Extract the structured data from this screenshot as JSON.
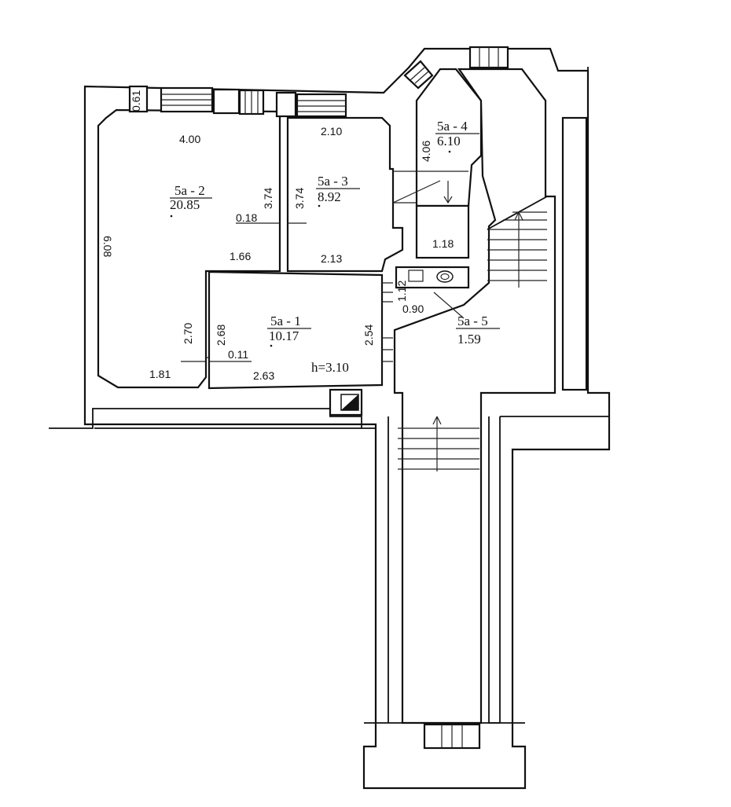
{
  "rooms": [
    {
      "id": "5a-1",
      "name": "5a - 1",
      "area": "10.17"
    },
    {
      "id": "5a-2",
      "name": "5a - 2",
      "area": "20.85"
    },
    {
      "id": "5a-3",
      "name": "5a - 3",
      "area": "8.92"
    },
    {
      "id": "5a-4",
      "name": "5a - 4",
      "area": "6.10"
    },
    {
      "id": "5a-5",
      "name": "5a - 5",
      "area": "1.59"
    }
  ],
  "height_label": "h=3.10",
  "dimensions": {
    "d_061": "0.61",
    "d_400": "4.00",
    "d_608": "6.08",
    "d_374a": "3.74",
    "d_018": "0.18",
    "d_166": "1.66",
    "d_270": "2.70",
    "d_181": "1.81",
    "d_210": "2.10",
    "d_374b": "3.74",
    "d_213": "2.13",
    "d_268": "2.68",
    "d_011": "0.11",
    "d_263": "2.63",
    "d_254": "2.54",
    "d_406": "4.06",
    "d_118": "1.18",
    "d_112": "1.12",
    "d_090": "0.90"
  }
}
